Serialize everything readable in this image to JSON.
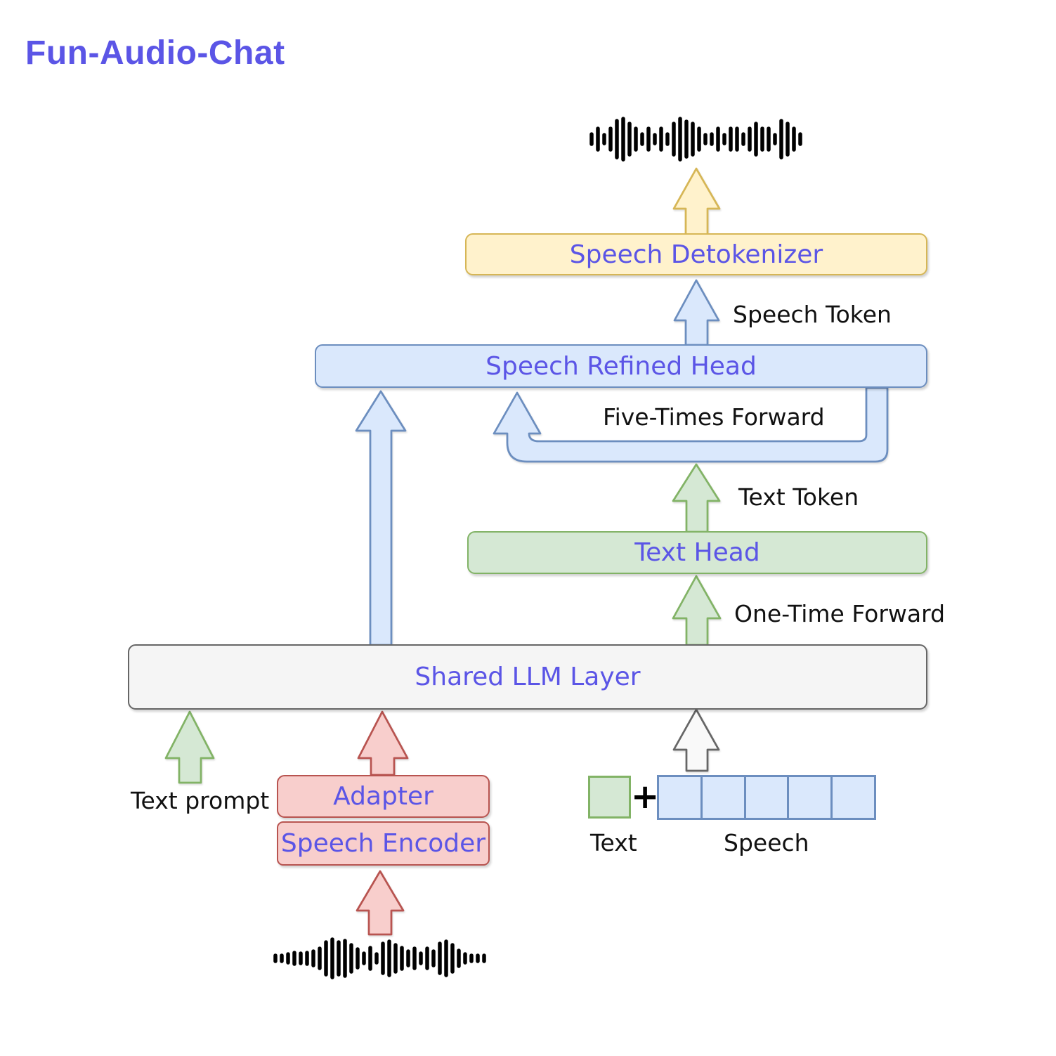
{
  "title": "Fun-Audio-Chat",
  "colors": {
    "purple": "#5b55e6",
    "yellow_fill": "#fff2cc",
    "yellow_stroke": "#d6b656",
    "blue_fill": "#dae8fc",
    "blue_stroke": "#6c8ebf",
    "green_fill": "#d5e8d4",
    "green_stroke": "#82b366",
    "red_fill": "#f8cecc",
    "red_stroke": "#b85450",
    "gray_fill": "#f5f5f5",
    "gray_stroke": "#666666"
  },
  "nodes": {
    "speech_detokenizer": {
      "label": "Speech Detokenizer"
    },
    "speech_refined_head": {
      "label": "Speech Refined Head"
    },
    "text_head": {
      "label": "Text Head"
    },
    "shared_llm_layer": {
      "label": "Shared LLM Layer"
    },
    "adapter": {
      "label": "Adapter"
    },
    "speech_encoder": {
      "label": "Speech Encoder"
    }
  },
  "annotations": {
    "speech_token": "Speech Token",
    "five_times_forward": "Five-Times Forward",
    "text_token": "Text Token",
    "one_time_forward": "One-Time Forward",
    "text_prompt": "Text prompt",
    "text_label": "Text",
    "speech_label": "Speech",
    "plus_sign": "+"
  },
  "tokens": {
    "speech_cells": 5
  },
  "icons": {
    "output_waveform": {
      "name": "waveform-icon",
      "bars": [
        14,
        30,
        12,
        30,
        52,
        58,
        44,
        30,
        14,
        30,
        12,
        30,
        14,
        44,
        58,
        50,
        44,
        30,
        12,
        14,
        30,
        12,
        30,
        30,
        14,
        30,
        44,
        30,
        30,
        12,
        52,
        44,
        30,
        14
      ]
    },
    "input_waveform": {
      "name": "waveform-icon",
      "bars": [
        8,
        8,
        12,
        16,
        14,
        16,
        20,
        28,
        46,
        54,
        46,
        50,
        38,
        26,
        14,
        30,
        12,
        42,
        48,
        38,
        30,
        20,
        28,
        14,
        28,
        20,
        42,
        48,
        38,
        22,
        12,
        8,
        8,
        8
      ]
    }
  }
}
